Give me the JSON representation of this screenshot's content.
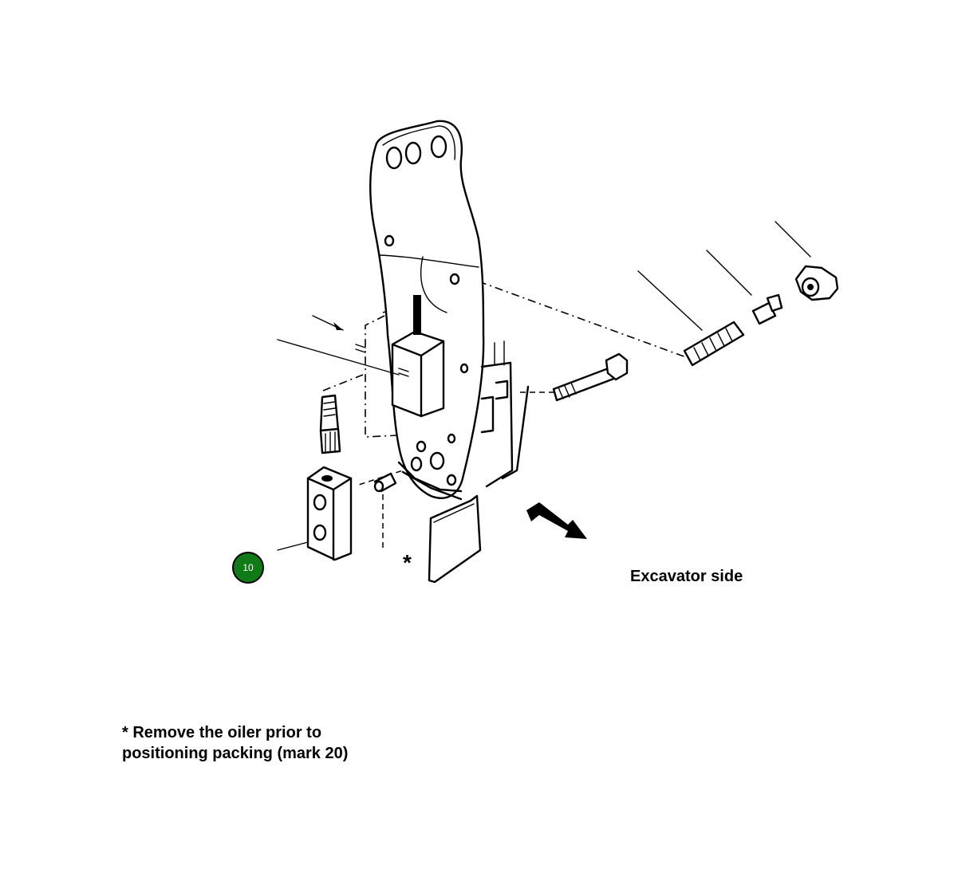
{
  "diagram": {
    "side_label": "Excavator side",
    "asterisk": "*",
    "note_line1": "* Remove the oiler prior to",
    "note_line2": "positioning packing (mark 20)",
    "marker": {
      "label": "10",
      "color": "#0f7a16"
    },
    "line_color": "#000000"
  }
}
